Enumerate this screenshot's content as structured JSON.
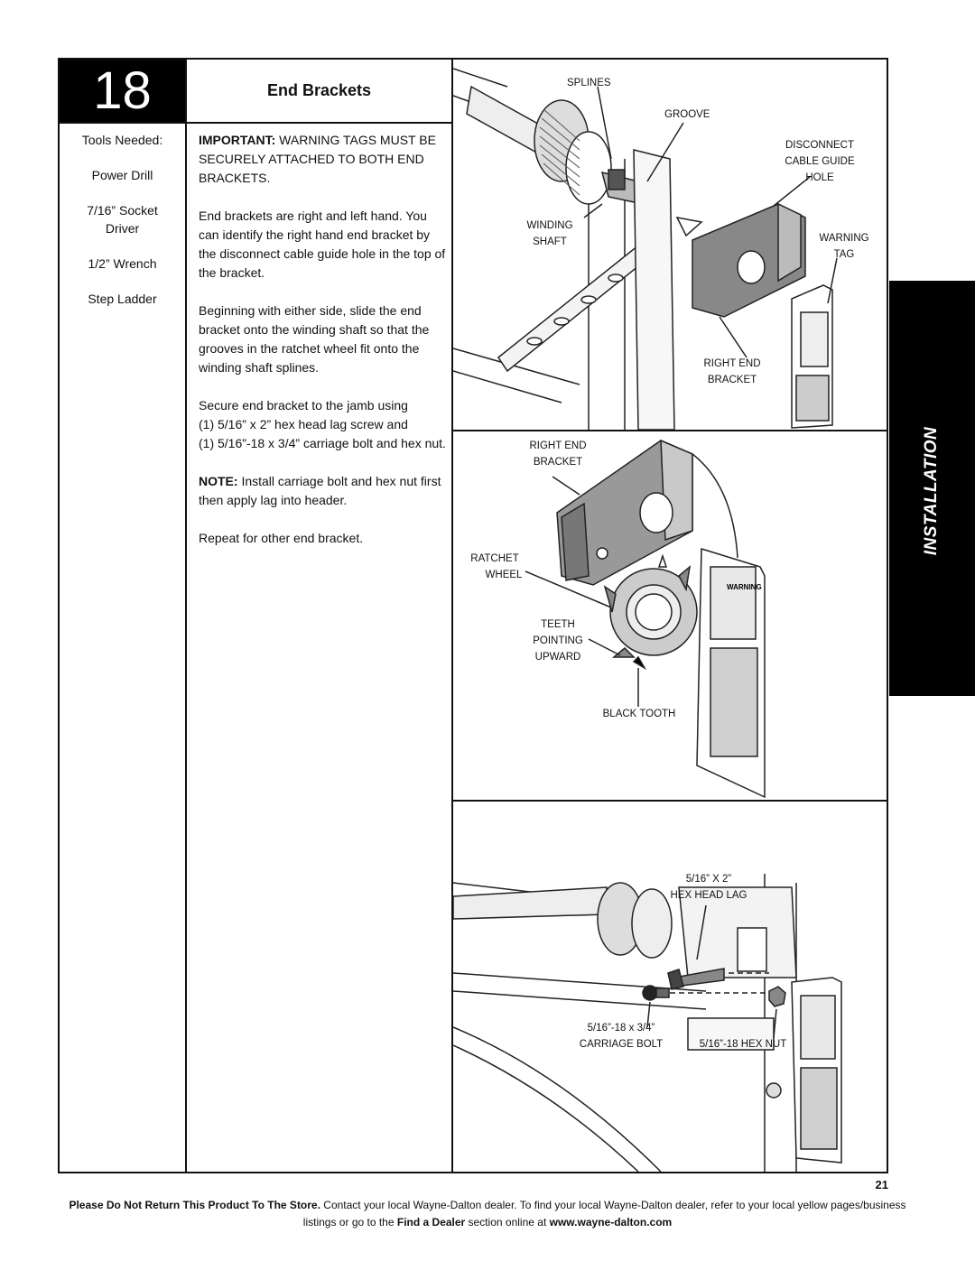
{
  "step": {
    "number": "18",
    "title": "End Brackets"
  },
  "tools": {
    "heading": "Tools Needed:",
    "items": [
      "Power Drill",
      "7/16” Socket Driver",
      "1/2” Wrench",
      "Step Ladder"
    ]
  },
  "instructions": {
    "important_label": "IMPORTANT:",
    "important_text": " WARNING TAGS MUST BE SECURELY ATTACHED TO BOTH END BRACKETS.",
    "p1": "End brackets are right and left hand. You can identify the right hand end bracket by the disconnect cable guide hole in the top of the bracket.",
    "p2": "Beginning with either side, slide the end bracket onto the winding shaft so that the grooves in the ratchet wheel fit onto the winding shaft splines.",
    "p3_intro": "Secure end bracket to the jamb using",
    "p3_line1": "(1) 5/16” x 2” hex head lag screw and",
    "p3_line2": "(1) 5/16”-18 x 3/4” carriage bolt and hex nut.",
    "note_label": "NOTE:",
    "note_text": " Install carriage bolt and hex nut first then apply lag into header.",
    "p4": "Repeat for other end bracket."
  },
  "figure1": {
    "splines": "SPLINES",
    "groove": "GROOVE",
    "disconnect": "DISCONNECT",
    "cable_guide": "CABLE GUIDE",
    "hole": "HOLE",
    "winding": "WINDING",
    "shaft": "SHAFT",
    "warning": "WARNING",
    "tag": "TAG",
    "right_end": "RIGHT END",
    "bracket": "BRACKET"
  },
  "figure2": {
    "right_end": "RIGHT END",
    "bracket": "BRACKET",
    "ratchet": "RATCHET",
    "wheel": "WHEEL",
    "teeth": "TEETH",
    "pointing": "POINTING",
    "upward": "UPWARD",
    "black_tooth": "BLACK TOOTH",
    "warning_word": "WARNING"
  },
  "figure3": {
    "lag_line1": "5/16” X 2”",
    "lag_line2": "HEX HEAD LAG",
    "bolt_line1": "5/16”-18 x 3/4”",
    "bolt_line2": "CARRIAGE BOLT",
    "nut": "5/16”-18 HEX NUT"
  },
  "side_tab": "INSTALLATION",
  "page_number": "21",
  "footer": {
    "bold1": "Please Do Not Return This Product To The Store.",
    "text1": " Contact your local Wayne-Dalton dealer. To find your local Wayne-Dalton dealer, refer to your local yellow pages/business listings or go to the ",
    "bold2": "Find a Dealer",
    "text2": " section online at ",
    "url": "www.wayne-dalton.com"
  }
}
